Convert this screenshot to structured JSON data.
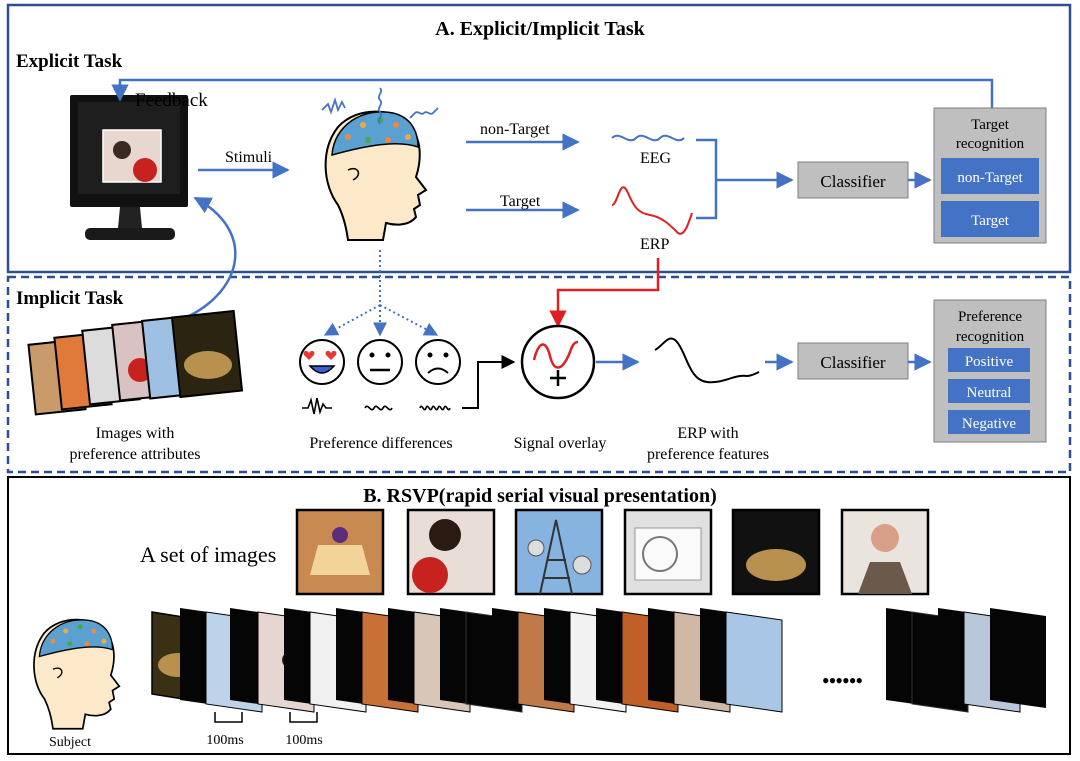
{
  "panelA": {
    "title": "A. Explicit/Implicit Task",
    "explicit": {
      "title": "Explicit Task",
      "feedback": "Feedback",
      "stimuli": "Stimuli",
      "non_target_arrow": "non-Target",
      "target_arrow": "Target",
      "eeg": "EEG",
      "erp": "ERP",
      "classifier": "Classifier",
      "recognition_title": [
        "Target",
        "recognition"
      ],
      "recognition_options": [
        "non-Target",
        "Target"
      ]
    },
    "implicit": {
      "title": "Implicit Task",
      "images_caption": [
        "Images with",
        "preference attributes"
      ],
      "preference_caption": "Preference differences",
      "overlay_caption": "Signal overlay",
      "erp_caption": [
        "ERP with",
        "preference features"
      ],
      "classifier": "Classifier",
      "recognition_title": [
        "Preference",
        "recognition"
      ],
      "recognition_options": [
        "Positive",
        "Neutral",
        "Negative"
      ]
    }
  },
  "panelB": {
    "title": "B. RSVP(rapid serial visual presentation)",
    "set_label": "A set of images",
    "subject": "Subject",
    "timing": [
      "100ms",
      "100ms"
    ],
    "ellipsis": "••••••"
  },
  "colors": {
    "frame_blue": "#2e4f8f",
    "arrow_blue": "#4472c4",
    "box_gray": "#bfbfbf",
    "option_blue": "#4472c4",
    "erp_red": "#e02020"
  }
}
